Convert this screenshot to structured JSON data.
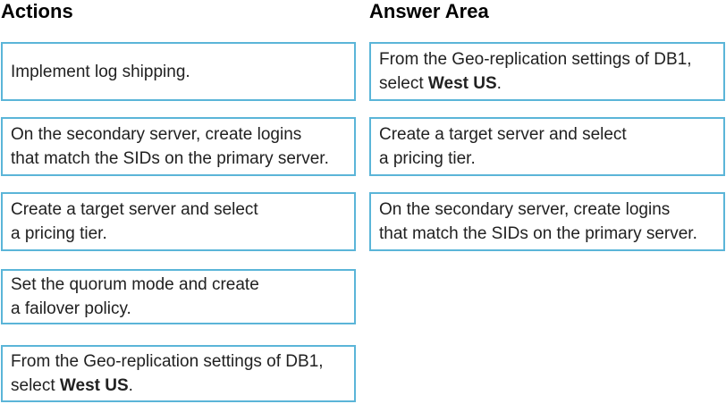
{
  "colors": {
    "card_border": "#5bb5d8",
    "text": "#212121",
    "heading": "#000000",
    "background": "#ffffff"
  },
  "actions": {
    "title": "Actions",
    "item1": {
      "line1": "Implement log shipping."
    },
    "item2": {
      "line1": "On the secondary server, create logins",
      "line2": "that match the SIDs on the primary server."
    },
    "item3": {
      "line1": "Create a target server and select",
      "line2": "a pricing tier."
    },
    "item4": {
      "line1": "Set the quorum mode and create",
      "line2": "a failover policy."
    },
    "item5": {
      "line1": "From the Geo-replication settings of DB1,",
      "line2_prefix": "select ",
      "line2_bold": "West US",
      "line2_suffix": "."
    }
  },
  "answer_area": {
    "title": "Answer Area",
    "item1": {
      "line1": "From the Geo-replication settings of DB1,",
      "line2_prefix": "select ",
      "line2_bold": "West US",
      "line2_suffix": "."
    },
    "item2": {
      "line1": "Create a target server and select",
      "line2": "a pricing tier."
    },
    "item3": {
      "line1": "On the secondary server, create logins",
      "line2": "that match the SIDs on the primary server."
    }
  }
}
